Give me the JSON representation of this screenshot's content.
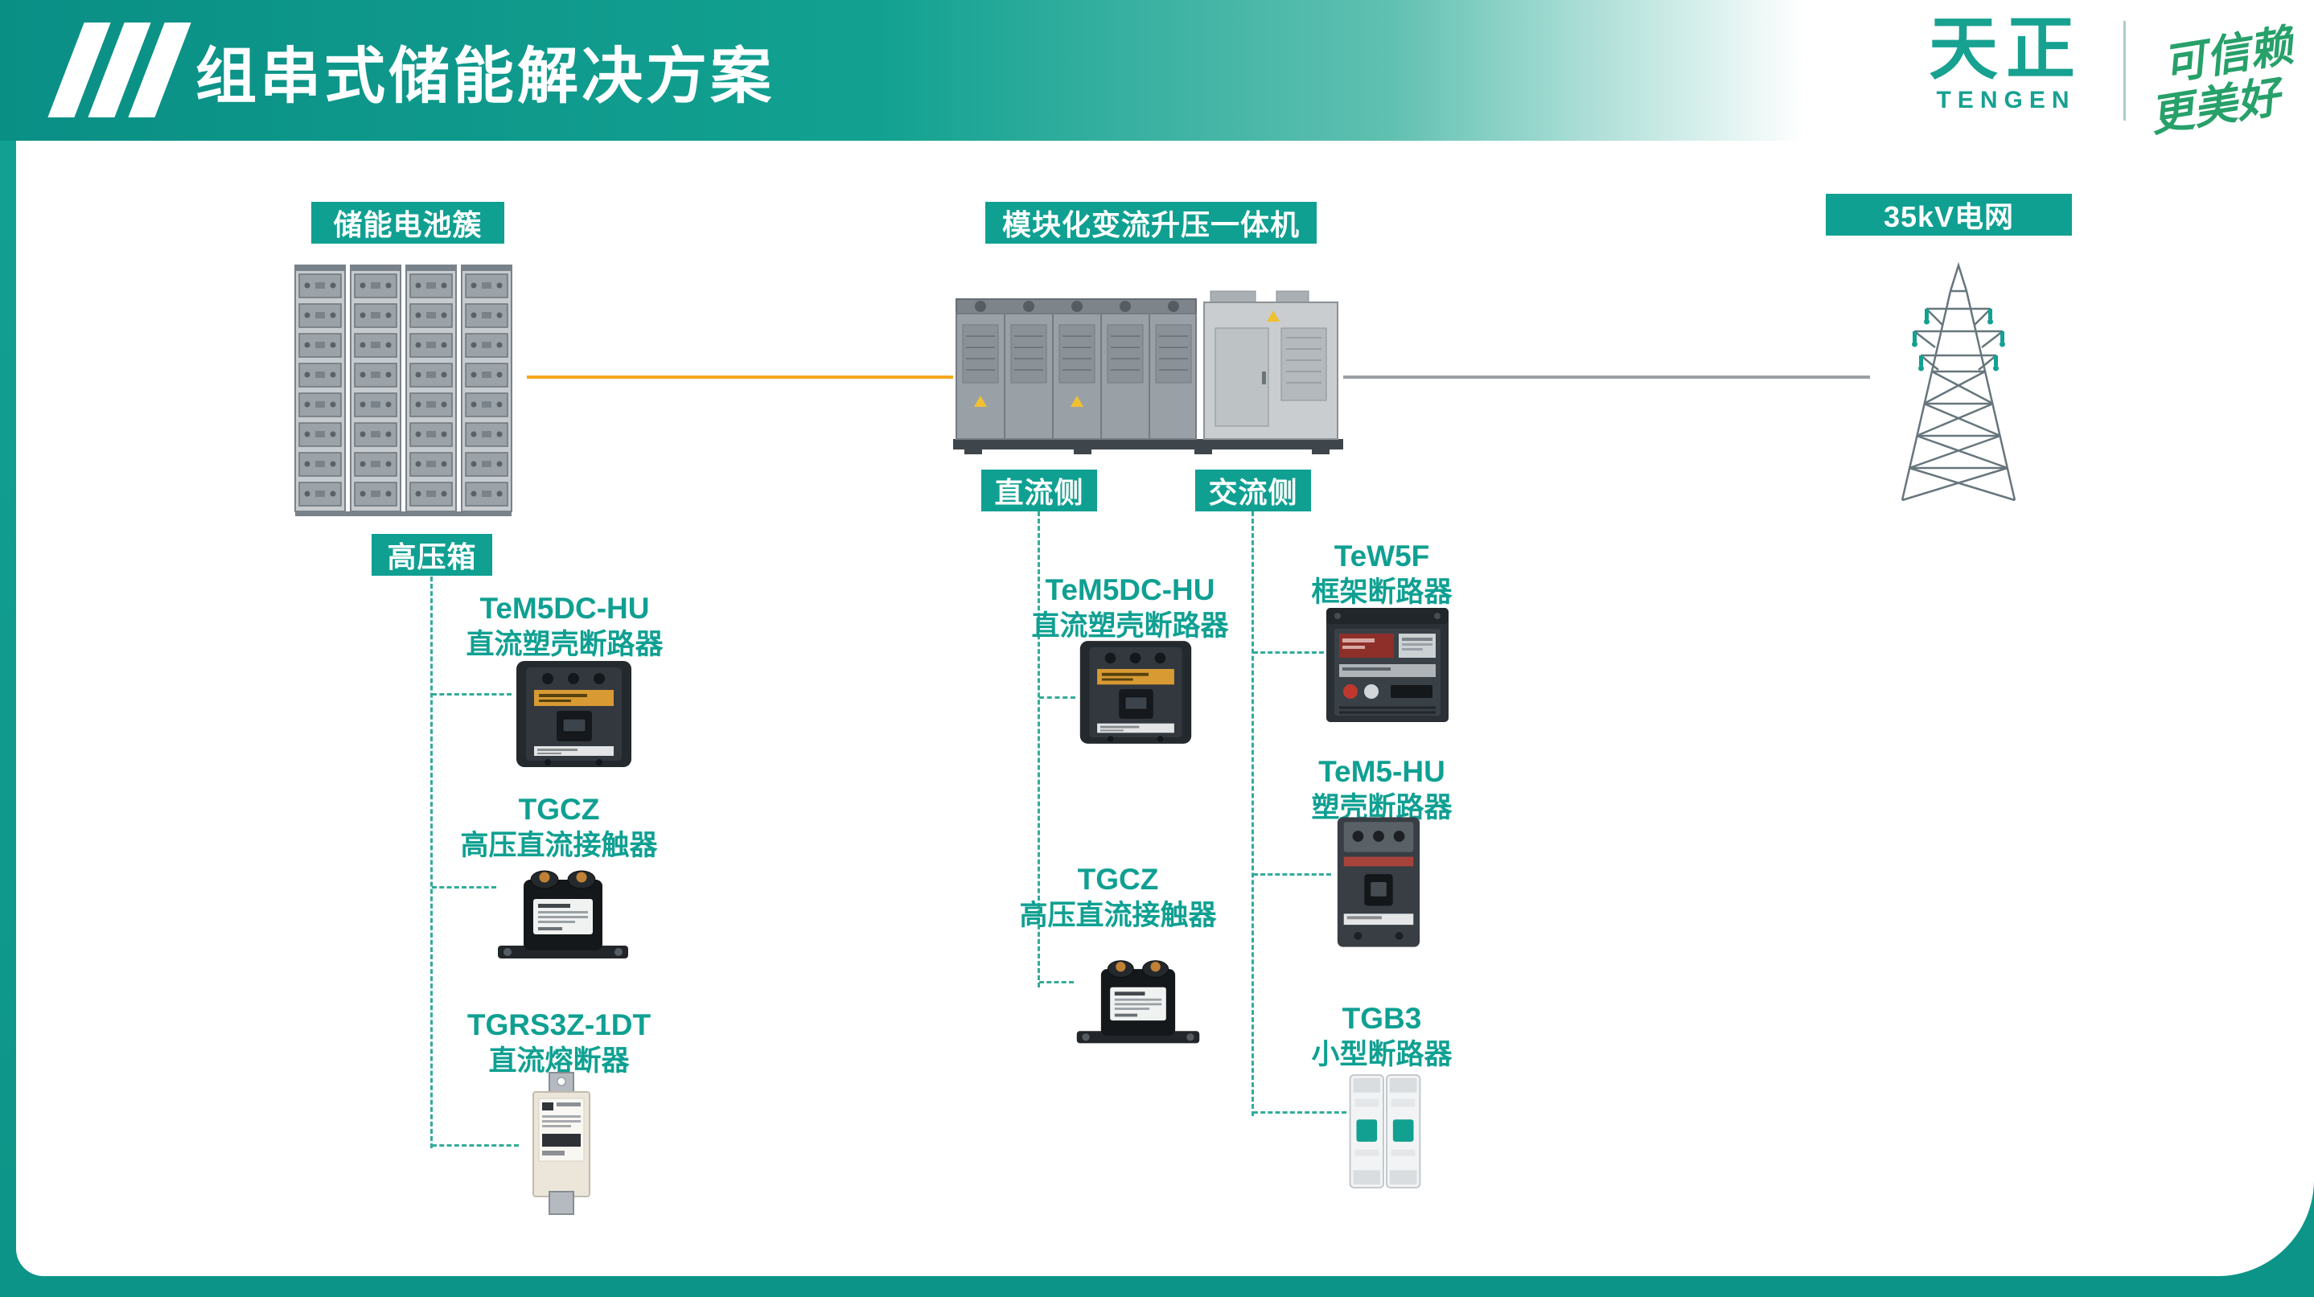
{
  "colors": {
    "accent": "#0fa092",
    "orange": "#f7a71b",
    "grey_line": "#9aa0a4",
    "slogan": "#27a06a"
  },
  "header": {
    "title": "组串式储能解决方案",
    "brand": {
      "name": "天正",
      "latin": "TENGEN",
      "slogan": [
        "可信赖",
        "更美好"
      ]
    }
  },
  "nodes": {
    "battery": {
      "label": "储能电池簇"
    },
    "pcs": {
      "label": "模块化变流升压一体机"
    },
    "grid": {
      "label": "35kV电网"
    },
    "hv_box": {
      "label": "高压箱"
    },
    "dc_side": {
      "label": "直流侧"
    },
    "ac_side": {
      "label": "交流侧"
    }
  },
  "products": {
    "hv": [
      {
        "model": "TeM5DC-HU",
        "desc": "直流塑壳断路器"
      },
      {
        "model": "TGCZ",
        "desc": "高压直流接触器"
      },
      {
        "model": "TGRS3Z-1DT",
        "desc": "直流熔断器"
      }
    ],
    "dc": [
      {
        "model": "TeM5DC-HU",
        "desc": "直流塑壳断路器"
      },
      {
        "model": "TGCZ",
        "desc": "高压直流接触器"
      }
    ],
    "ac": [
      {
        "model": "TeW5F",
        "desc": "框架断路器"
      },
      {
        "model": "TeM5-HU",
        "desc": "塑壳断路器"
      },
      {
        "model": "TGB3",
        "desc": "小型断路器"
      }
    ]
  }
}
